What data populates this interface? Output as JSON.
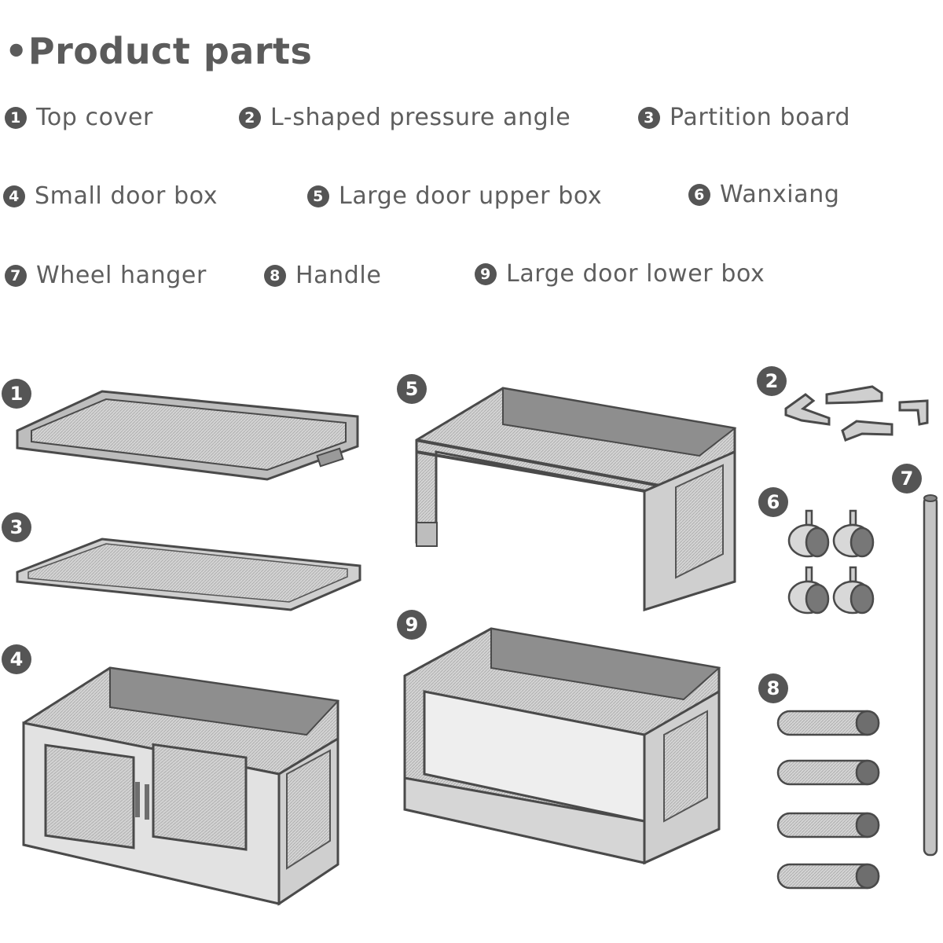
{
  "title": "•Product parts",
  "legend": [
    {
      "number": "1",
      "label": "Top cover"
    },
    {
      "number": "2",
      "label": "L-shaped pressure angle"
    },
    {
      "number": "3",
      "label": "Partition board"
    },
    {
      "number": "4",
      "label": "Small door box"
    },
    {
      "number": "5",
      "label": "Large door upper box"
    },
    {
      "number": "6",
      "label": "Wanxiang"
    },
    {
      "number": "7",
      "label": "Wheel hanger"
    },
    {
      "number": "8",
      "label": "Handle"
    },
    {
      "number": "9",
      "label": "Large door lower box"
    }
  ],
  "colors": {
    "badge": "#555555",
    "text": "#5e5e5e",
    "outline": "#4a4a4a",
    "fill_light": "#cfcfcf",
    "fill_mid": "#a9a9a9",
    "fill_dark": "#6e6e6e"
  }
}
